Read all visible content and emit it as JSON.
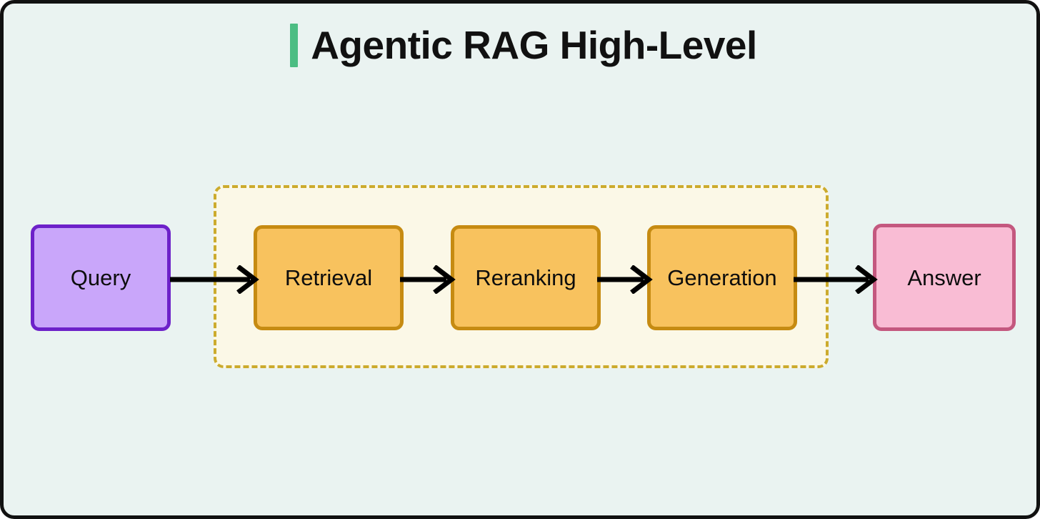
{
  "page": {
    "background_color": "#eaf3f1",
    "border_color": "#111111"
  },
  "header": {
    "accent_color": "#4cbd83",
    "title": "Agentic RAG High-Level"
  },
  "diagram": {
    "type": "flowchart",
    "orientation": "left-to-right",
    "agent_group": {
      "fill_color": "#fbf8e7",
      "border_color": "#ccab2d",
      "border_style": "dashed"
    },
    "nodes": [
      {
        "id": "query",
        "label": "Query",
        "fill_color": "#c9a6fa",
        "border_color": "#6d21c9",
        "group": "outside"
      },
      {
        "id": "retrieval",
        "label": "Retrieval",
        "fill_color": "#f8c25e",
        "border_color": "#c68b12",
        "group": "agent"
      },
      {
        "id": "reranking",
        "label": "Reranking",
        "fill_color": "#f8c25e",
        "border_color": "#c68b12",
        "group": "agent"
      },
      {
        "id": "generation",
        "label": "Generation",
        "fill_color": "#f8c25e",
        "border_color": "#c68b12",
        "group": "agent"
      },
      {
        "id": "answer",
        "label": "Answer",
        "fill_color": "#f9bcd4",
        "border_color": "#c4587f",
        "group": "outside"
      }
    ],
    "edges": [
      {
        "from": "query",
        "to": "retrieval",
        "label": ""
      },
      {
        "from": "retrieval",
        "to": "reranking",
        "label": ""
      },
      {
        "from": "reranking",
        "to": "generation",
        "label": ""
      },
      {
        "from": "generation",
        "to": "answer",
        "label": ""
      }
    ],
    "edge_color": "#000000"
  }
}
